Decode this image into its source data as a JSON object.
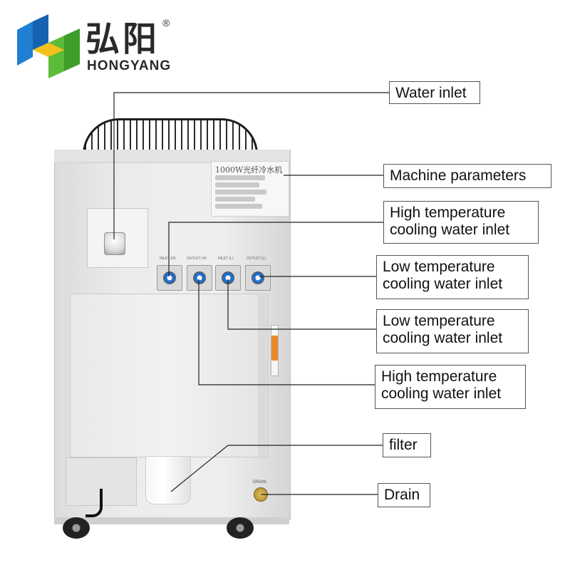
{
  "logo": {
    "chinese": "弘阳",
    "english": "HONGYANG",
    "registered": "®",
    "colors": {
      "blue": "#1f7fd2",
      "green": "#5dbb3a",
      "yellow": "#f2c21a"
    }
  },
  "machine": {
    "nameplate_title": "1000W光纤冷水机",
    "port_labels": [
      "INLET (H)",
      "OUTLET (H)",
      "INLET (L)",
      "OUTLET (L)"
    ],
    "drain_label": "DRAIN"
  },
  "callouts": {
    "water_inlet": "Water inlet",
    "machine_parameters": "Machine parameters",
    "high_temp_inlet_1": [
      "High temperature",
      "cooling water inlet"
    ],
    "low_temp_inlet_1": [
      "Low temperature",
      "cooling water inlet"
    ],
    "low_temp_inlet_2": [
      "Low temperature",
      "cooling water inlet"
    ],
    "high_temp_inlet_2": [
      "High temperature",
      "cooling water inlet"
    ],
    "filter": "filter",
    "drain": "Drain"
  }
}
